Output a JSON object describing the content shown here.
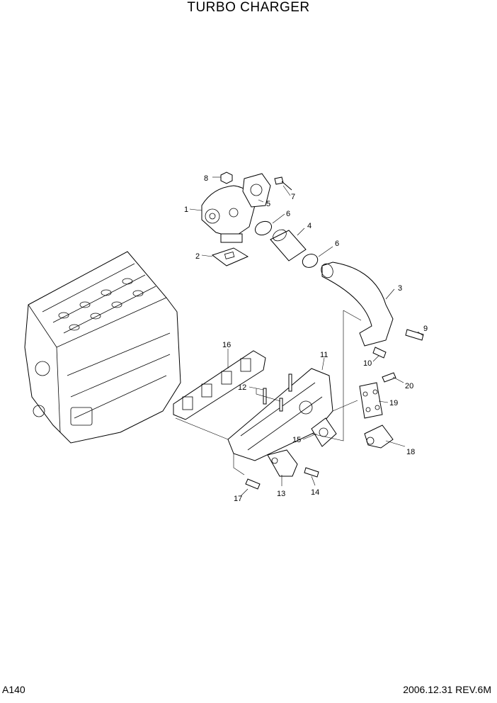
{
  "title": "TURBO CHARGER",
  "footer": {
    "page_code": "A140",
    "revision": "2006.12.31 REV.6M"
  },
  "callouts": [
    "1",
    "2",
    "3",
    "4",
    "5",
    "6",
    "6",
    "7",
    "8",
    "9",
    "10",
    "11",
    "12",
    "13",
    "14",
    "15",
    "16",
    "17",
    "18",
    "19",
    "20"
  ]
}
